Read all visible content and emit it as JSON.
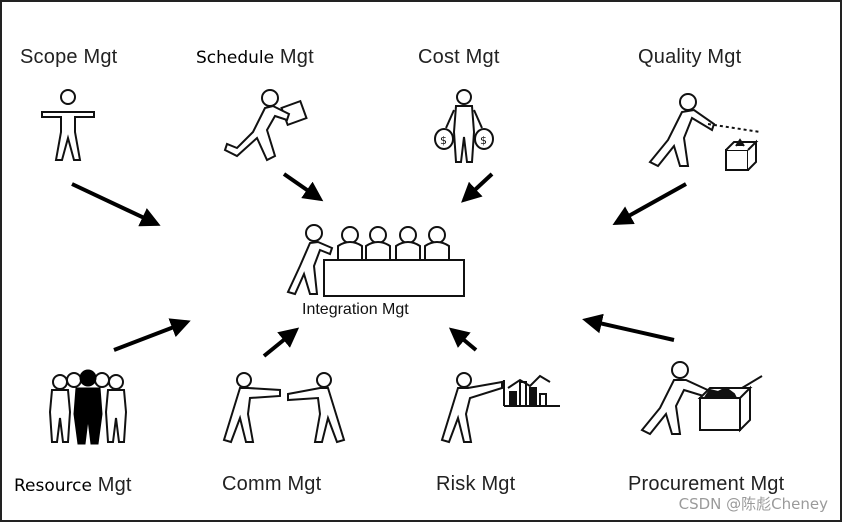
{
  "nodes": {
    "scope": {
      "label": "Scope Mgt"
    },
    "schedule": {
      "prefix": "Schedule",
      "label": " Mgt"
    },
    "cost": {
      "label": "Cost Mgt"
    },
    "quality": {
      "label": "Quality Mgt"
    },
    "resource": {
      "prefix": "Resource",
      "label": " Mgt"
    },
    "comm": {
      "label": "Comm Mgt"
    },
    "risk": {
      "label": "Risk Mgt"
    },
    "procurement": {
      "label": "Procurement Mgt"
    }
  },
  "center": {
    "label": "Integration Mgt"
  },
  "watermark": "CSDN @陈彪Cheney",
  "icons": {
    "cost": "money-bag-icon",
    "quality": "inspect-box-icon",
    "resource": "team-icon",
    "comm": "handshake-icon",
    "risk": "stock-chart-icon",
    "procurement": "crate-icon"
  }
}
